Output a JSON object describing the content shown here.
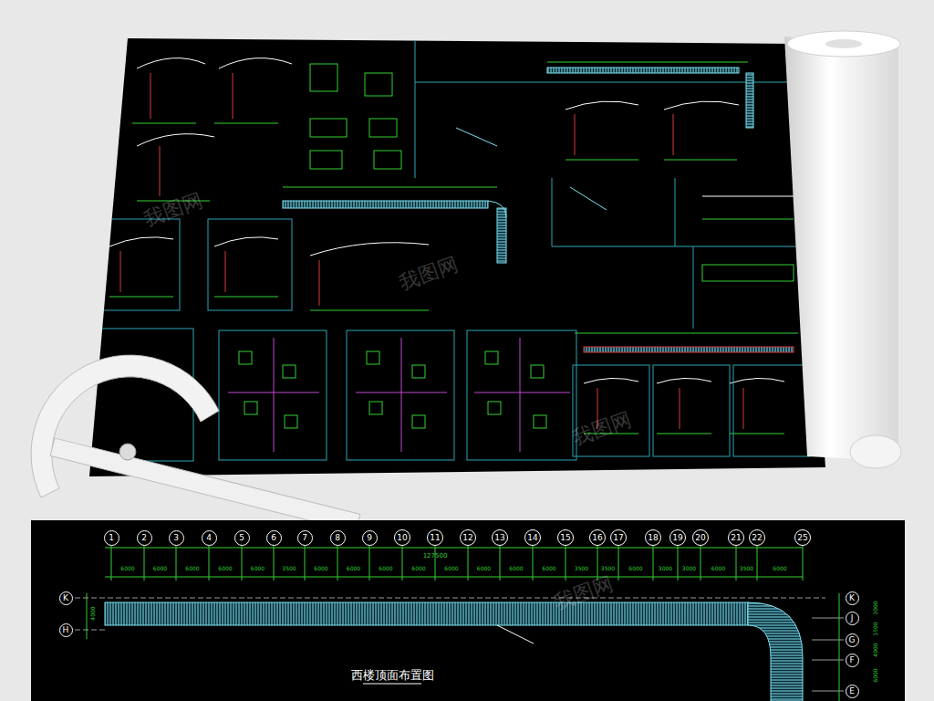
{
  "diagram": {
    "title": "西楼顶面布置图",
    "nodes": [
      {
        "text": [
          "1"
        ]
      },
      {
        "text": [
          "2"
        ]
      },
      {
        "text": [
          "3"
        ]
      },
      {
        "text": [
          "4"
        ]
      },
      {
        "text": [
          "5"
        ]
      },
      {
        "text": [
          "6"
        ]
      },
      {
        "text": [
          "7"
        ]
      },
      {
        "text": [
          "8"
        ]
      },
      {
        "text": [
          "9"
        ]
      },
      {
        "text": [
          "10"
        ]
      },
      {
        "text": [
          "11"
        ]
      },
      {
        "text": [
          "12"
        ]
      },
      {
        "text": [
          "13"
        ]
      },
      {
        "text": [
          "14"
        ]
      },
      {
        "text": [
          "15"
        ]
      },
      {
        "text": [
          "16"
        ]
      },
      {
        "text": [
          "17"
        ]
      },
      {
        "text": [
          "18"
        ]
      },
      {
        "text": [
          "19"
        ]
      },
      {
        "text": [
          "20"
        ]
      },
      {
        "text": [
          "21"
        ]
      },
      {
        "text": [
          "22"
        ]
      },
      {
        "text": [
          "25"
        ]
      },
      {
        "text": [
          "K"
        ]
      },
      {
        "text": [
          "H"
        ]
      },
      {
        "text": [
          "K"
        ]
      },
      {
        "text": [
          "J"
        ]
      },
      {
        "text": [
          "G"
        ]
      },
      {
        "text": [
          "F"
        ]
      },
      {
        "text": [
          "E"
        ]
      }
    ],
    "labels": [
      "6000",
      "6000",
      "6000",
      "6000",
      "6000",
      "3500",
      "6000",
      "6000",
      "6000",
      "6000",
      "6000",
      "6000",
      "6000",
      "6000",
      "3500",
      "3500",
      "6000",
      "3000",
      "3000",
      "6000",
      "3500",
      "6000",
      "127500",
      "3000",
      "3500",
      "4000",
      "6000",
      "4000",
      "我图网",
      "我图网",
      "我图网",
      "我图网"
    ]
  }
}
